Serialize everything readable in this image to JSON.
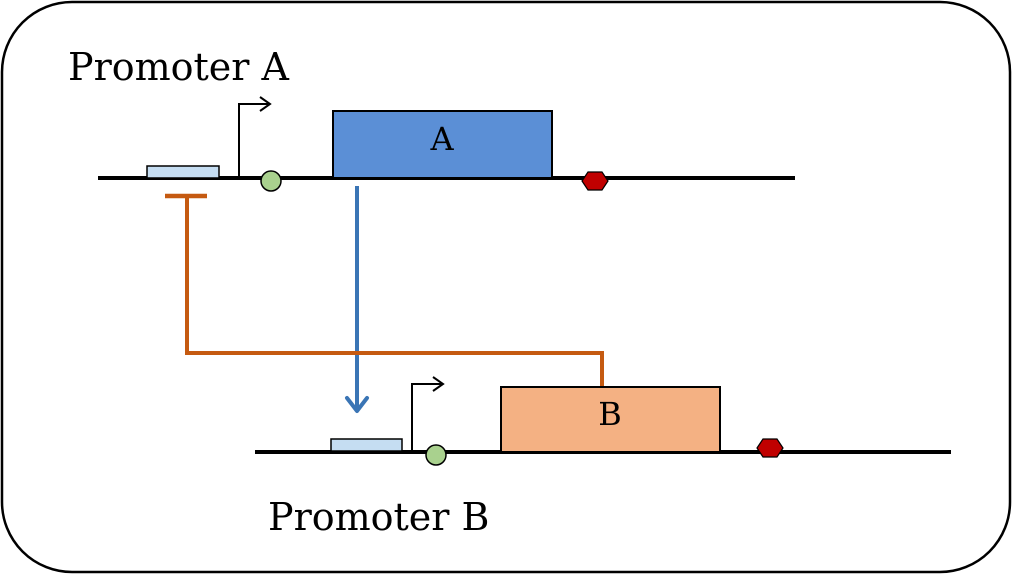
{
  "promoter_a": {
    "label": "Promoter A"
  },
  "promoter_b": {
    "label": "Promoter B"
  },
  "gene_a": {
    "label": "A"
  },
  "gene_b": {
    "label": "B"
  },
  "colors": {
    "frame": "#000000",
    "dna_line": "#000000",
    "gene_a_fill": "#5b8fd6",
    "gene_b_fill": "#f4b183",
    "operator_fill": "#c5ddf2",
    "rbs_fill": "#a9d18e",
    "terminator_fill": "#c00000",
    "activation_arrow": "#3a75b5",
    "repression_line": "#c55a11"
  },
  "icons": {
    "rbs": "rbs-circle-icon",
    "terminator": "terminator-hexagon-icon",
    "promoter": "promoter-arrow-icon",
    "operator": "operator-box-icon"
  }
}
